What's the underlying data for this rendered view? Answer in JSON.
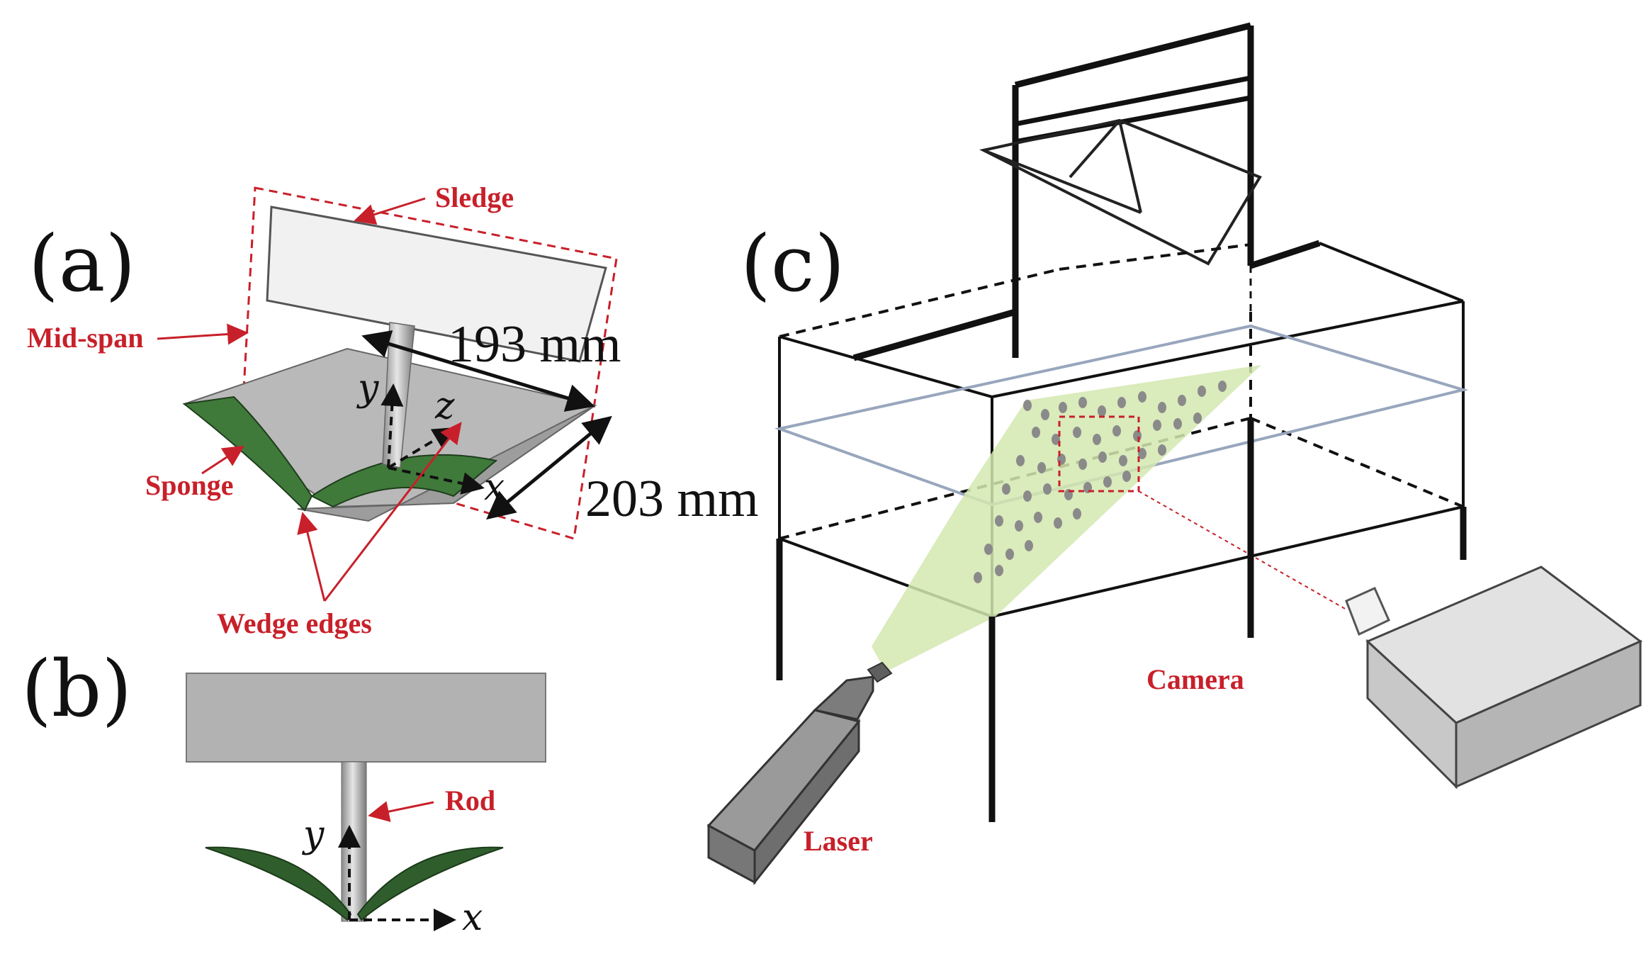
{
  "panels": {
    "a": {
      "label": "(a)",
      "dimension_length": "193 mm",
      "dimension_width": "203 mm",
      "axes": {
        "x": "x",
        "y": "y",
        "z": "z"
      },
      "annotations": {
        "sledge": "Sledge",
        "mid_span": "Mid-span",
        "sponge": "Sponge",
        "wedge_edges": "Wedge edges"
      }
    },
    "b": {
      "label": "(b)",
      "axes": {
        "x": "x",
        "y": "y"
      },
      "annotations": {
        "rod": "Rod"
      }
    },
    "c": {
      "label": "(c)",
      "annotations": {
        "camera": "Camera",
        "laser": "Laser"
      }
    }
  },
  "colors": {
    "annotation_red": "#c8202a",
    "sponge_green": "#3f7a3a",
    "laser_sheet": "#d3e7b0",
    "water_surface": "#98a6bd",
    "particle": "#8a8a8a",
    "device_gray": "#d6d6d6",
    "laser_body": "#8c8c8c"
  }
}
